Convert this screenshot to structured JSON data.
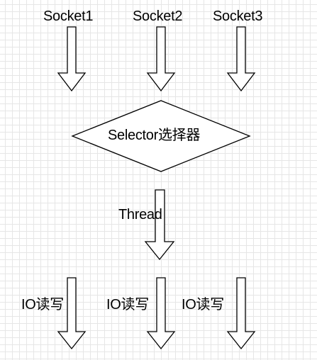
{
  "sockets": {
    "socket1": "Socket1",
    "socket2": "Socket2",
    "socket3": "Socket3"
  },
  "selector": {
    "label": "Selector选择器"
  },
  "thread": {
    "label": "Thread"
  },
  "io": {
    "io1": "IO读写",
    "io2": "IO读写",
    "io3": "IO读写"
  },
  "colors": {
    "stroke": "#000000",
    "fill": "#ffffff",
    "grid": "#e6e6e6"
  }
}
